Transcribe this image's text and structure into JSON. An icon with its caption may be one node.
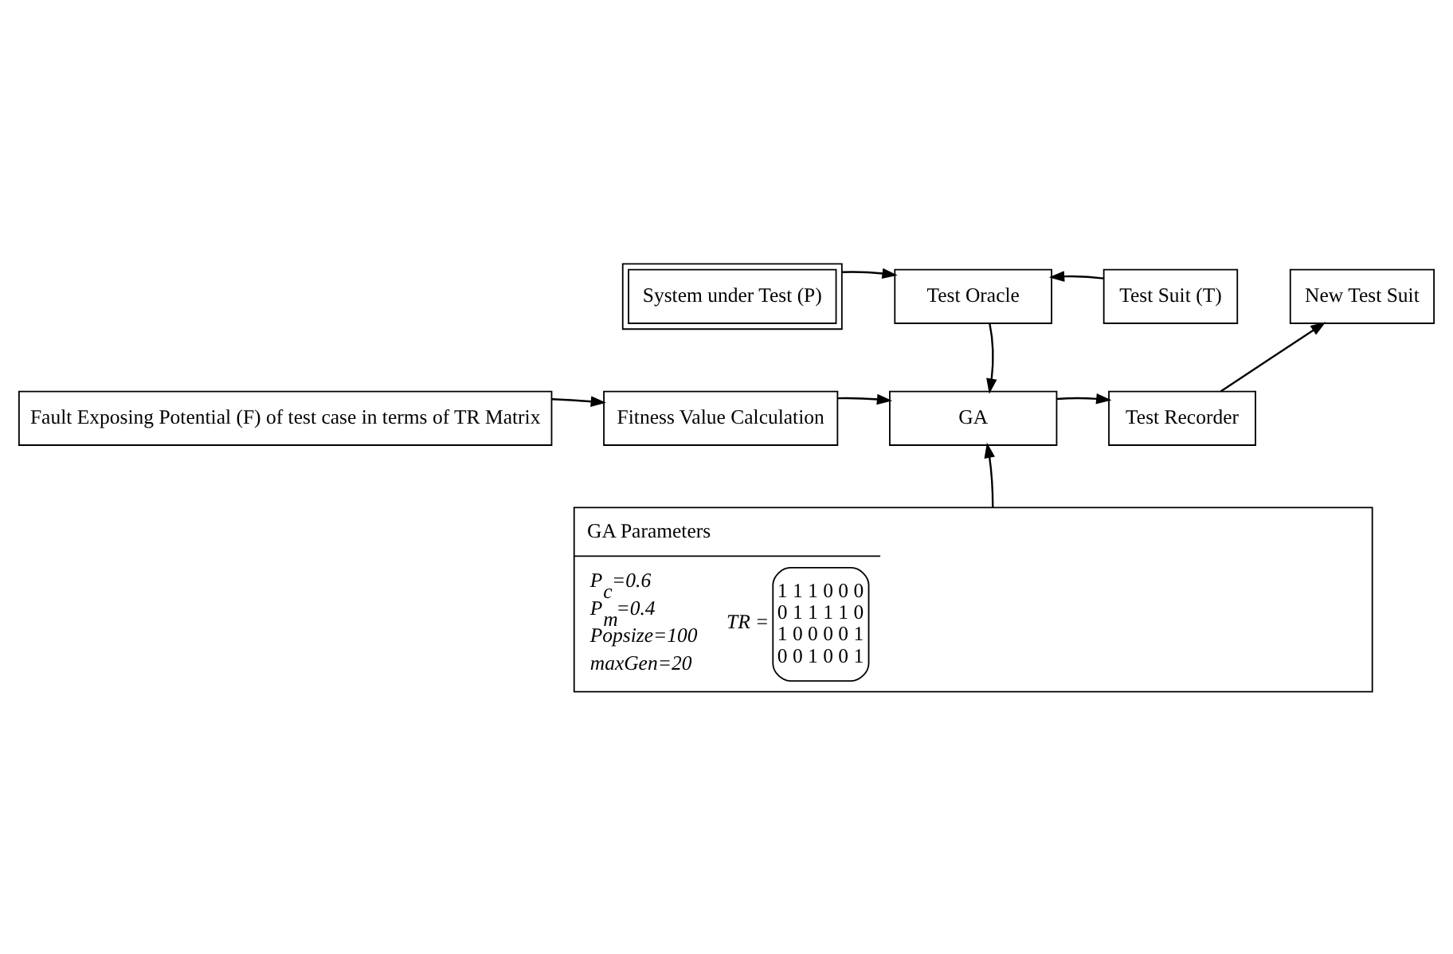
{
  "diagram": {
    "nodes": [
      {
        "text": [
          "System under Test (P)"
        ]
      },
      {
        "text": [
          "Test Oracle"
        ]
      },
      {
        "text": [
          "Test Suit (T)"
        ]
      },
      {
        "text": [
          "New Test Suit"
        ]
      },
      {
        "text": [
          "Fault Exposing Potential (F) of test case in terms of TR Matrix"
        ]
      },
      {
        "text": [
          "Fitness Value Calculation"
        ]
      },
      {
        "text": [
          "GA"
        ]
      },
      {
        "text": [
          "Test Recorder"
        ]
      },
      {
        "text": [
          "GA Parameters",
          "P$_{c}$=0.6",
          "P$_{m}$=0.4",
          "Popsize=100",
          "maxGen=20",
          "TR =",
          "1 1 1 0 0 0",
          "0 1 1 1 1 0",
          "1 0 0 0 0 1",
          "0 0 1 0 0 1"
        ]
      }
    ],
    "edges": [
      {
        "from": 0,
        "to": 1,
        "arrow": "to"
      },
      {
        "from": 2,
        "to": 1,
        "arrow": "to"
      },
      {
        "from": 1,
        "to": 6,
        "arrow": "to"
      },
      {
        "from": 4,
        "to": 5,
        "arrow": "to"
      },
      {
        "from": 5,
        "to": 6,
        "arrow": "to"
      },
      {
        "from": 6,
        "to": 7,
        "arrow": "to"
      },
      {
        "from": 7,
        "to": 3,
        "arrow": "to"
      },
      {
        "from": 8,
        "to": 6,
        "arrow": "to"
      }
    ]
  }
}
